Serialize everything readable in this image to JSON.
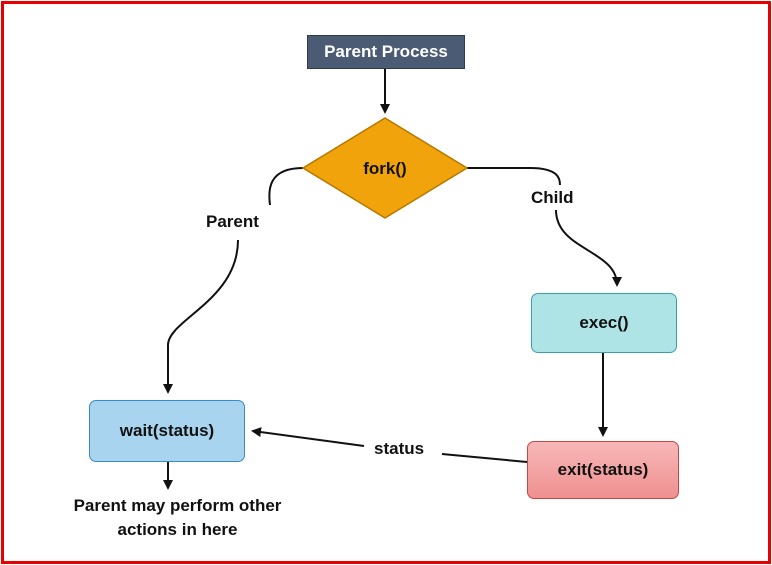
{
  "nodes": {
    "parent_process": "Parent Process",
    "fork": "fork()",
    "exec": "exec()",
    "exit": "exit(status)",
    "wait": "wait(status)"
  },
  "edge_labels": {
    "parent": "Parent",
    "child": "Child",
    "status": "status"
  },
  "note": {
    "line1": "Parent may perform other",
    "line2": "actions in here"
  },
  "colors": {
    "frame_border": "#e60000",
    "parent_process_fill": "#4a5b73",
    "fork_fill": "#f0a30a",
    "exec_fill": "#aee4e6",
    "exit_fill": "#f4a5a6",
    "wait_fill": "#a8d4ef"
  }
}
